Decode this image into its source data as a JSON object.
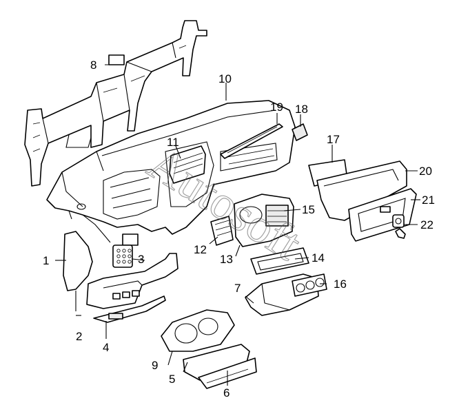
{
  "diagram": {
    "watermark": "Autosoft",
    "callouts": [
      {
        "id": "callout-1",
        "label": "1"
      },
      {
        "id": "callout-2",
        "label": "2"
      },
      {
        "id": "callout-3",
        "label": "3"
      },
      {
        "id": "callout-4",
        "label": "4"
      },
      {
        "id": "callout-5",
        "label": "5"
      },
      {
        "id": "callout-6",
        "label": "6"
      },
      {
        "id": "callout-7",
        "label": "7"
      },
      {
        "id": "callout-8",
        "label": "8"
      },
      {
        "id": "callout-9",
        "label": "9"
      },
      {
        "id": "callout-10",
        "label": "10"
      },
      {
        "id": "callout-11",
        "label": "11"
      },
      {
        "id": "callout-12",
        "label": "12"
      },
      {
        "id": "callout-13",
        "label": "13"
      },
      {
        "id": "callout-14",
        "label": "14"
      },
      {
        "id": "callout-15",
        "label": "15"
      },
      {
        "id": "callout-16",
        "label": "16"
      },
      {
        "id": "callout-17",
        "label": "17"
      },
      {
        "id": "callout-18",
        "label": "18"
      },
      {
        "id": "callout-19",
        "label": "19"
      },
      {
        "id": "callout-20",
        "label": "20"
      },
      {
        "id": "callout-21",
        "label": "21"
      },
      {
        "id": "callout-22",
        "label": "22"
      }
    ]
  }
}
